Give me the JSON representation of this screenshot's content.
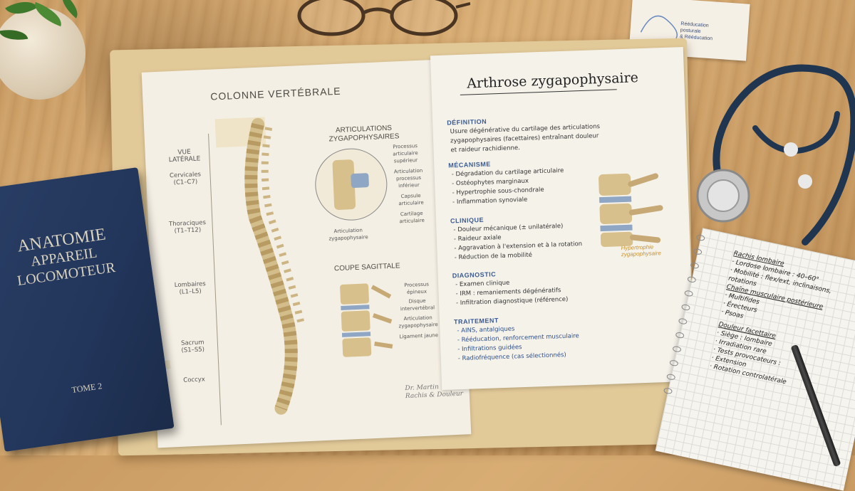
{
  "left_sheet": {
    "title": "COLONNE VERTÉBRALE",
    "side_title": "VUE LATÉRALE",
    "regions": [
      {
        "name": "Cervicales",
        "range": "(C1–C7)"
      },
      {
        "name": "Thoraciques",
        "range": "(T1–T12)"
      },
      {
        "name": "Lombaires",
        "range": "(L1–L5)"
      },
      {
        "name": "Sacrum",
        "range": "(S1–S5)"
      },
      {
        "name": "Coccyx",
        "range": ""
      }
    ],
    "articulations_title": "ARTICULATIONS ZYGAPOPHYSAIRES",
    "articulations_labels": [
      "Processus articulaire supérieur",
      "Articulation processus inférieur",
      "Capsule articulaire",
      "Cartilage articulaire"
    ],
    "detail_caption": "Articulation zygapophysaire",
    "sagittal_title": "COUPE SAGITTALE",
    "sagittal_labels": [
      "Processus épineux",
      "Disque intervertébral",
      "Articulation zygapophysaire",
      "Ligament jaune"
    ],
    "signature": "Dr. Martin",
    "signature_sub": "Rachis & Douleur"
  },
  "right_sheet": {
    "title": "Arthrose zygapophysaire",
    "sections": [
      {
        "heading": "DÉFINITION",
        "lines": [
          "Usure dégénérative du cartilage des articulations",
          "zygapophysaires (facettaires) entraînant douleur",
          "et raideur rachidienne."
        ]
      },
      {
        "heading": "MÉCANISME",
        "lines": [
          "- Dégradation du cartilage articulaire",
          "- Ostéophytes marginaux",
          "- Hypertrophie sous-chondrale",
          "- Inflammation synoviale"
        ]
      },
      {
        "heading": "CLINIQUE",
        "lines": [
          "- Douleur mécanique (± unilatérale)",
          "- Raideur axiale",
          "- Aggravation à l'extension et à la rotation",
          "- Réduction de la mobilité"
        ]
      },
      {
        "heading": "DIAGNOSTIC",
        "lines": [
          "- Examen clinique",
          "- IRM : remaniements dégénératifs",
          "- Infiltration diagnostique (référence)"
        ]
      },
      {
        "heading": "TRAITEMENT",
        "lines": [
          "- AINS, antalgiques",
          "- Rééducation, renforcement musculaire",
          "- Infiltrations guidées",
          "- Radiofréquence (cas sélectionnés)"
        ]
      }
    ],
    "figure_caption": "Hypertrophie zygapophysaire"
  },
  "book": {
    "title_lines": [
      "ANATOMIE",
      "APPAREIL",
      "LOCOMOTEUR"
    ],
    "volume": "TOME 2"
  },
  "card": {
    "lines": [
      "Rééducation",
      "posturale",
      "& Rééducation"
    ]
  },
  "notebook": {
    "lines": [
      "Rachis lombaire",
      "· Lordose lombaire : 40–60°",
      "· Mobilité : flex/ext, inclinaisons,",
      "  rotations",
      "Chaîne musculaire postérieure",
      "· Multifides",
      "· Érecteurs",
      "· Psoas",
      "Douleur facettaire",
      "· Siège : lombaire",
      "· Irradiation rare",
      "· Tests provocateurs :",
      "  · Extension",
      "  · Rotation controlatérale"
    ]
  }
}
